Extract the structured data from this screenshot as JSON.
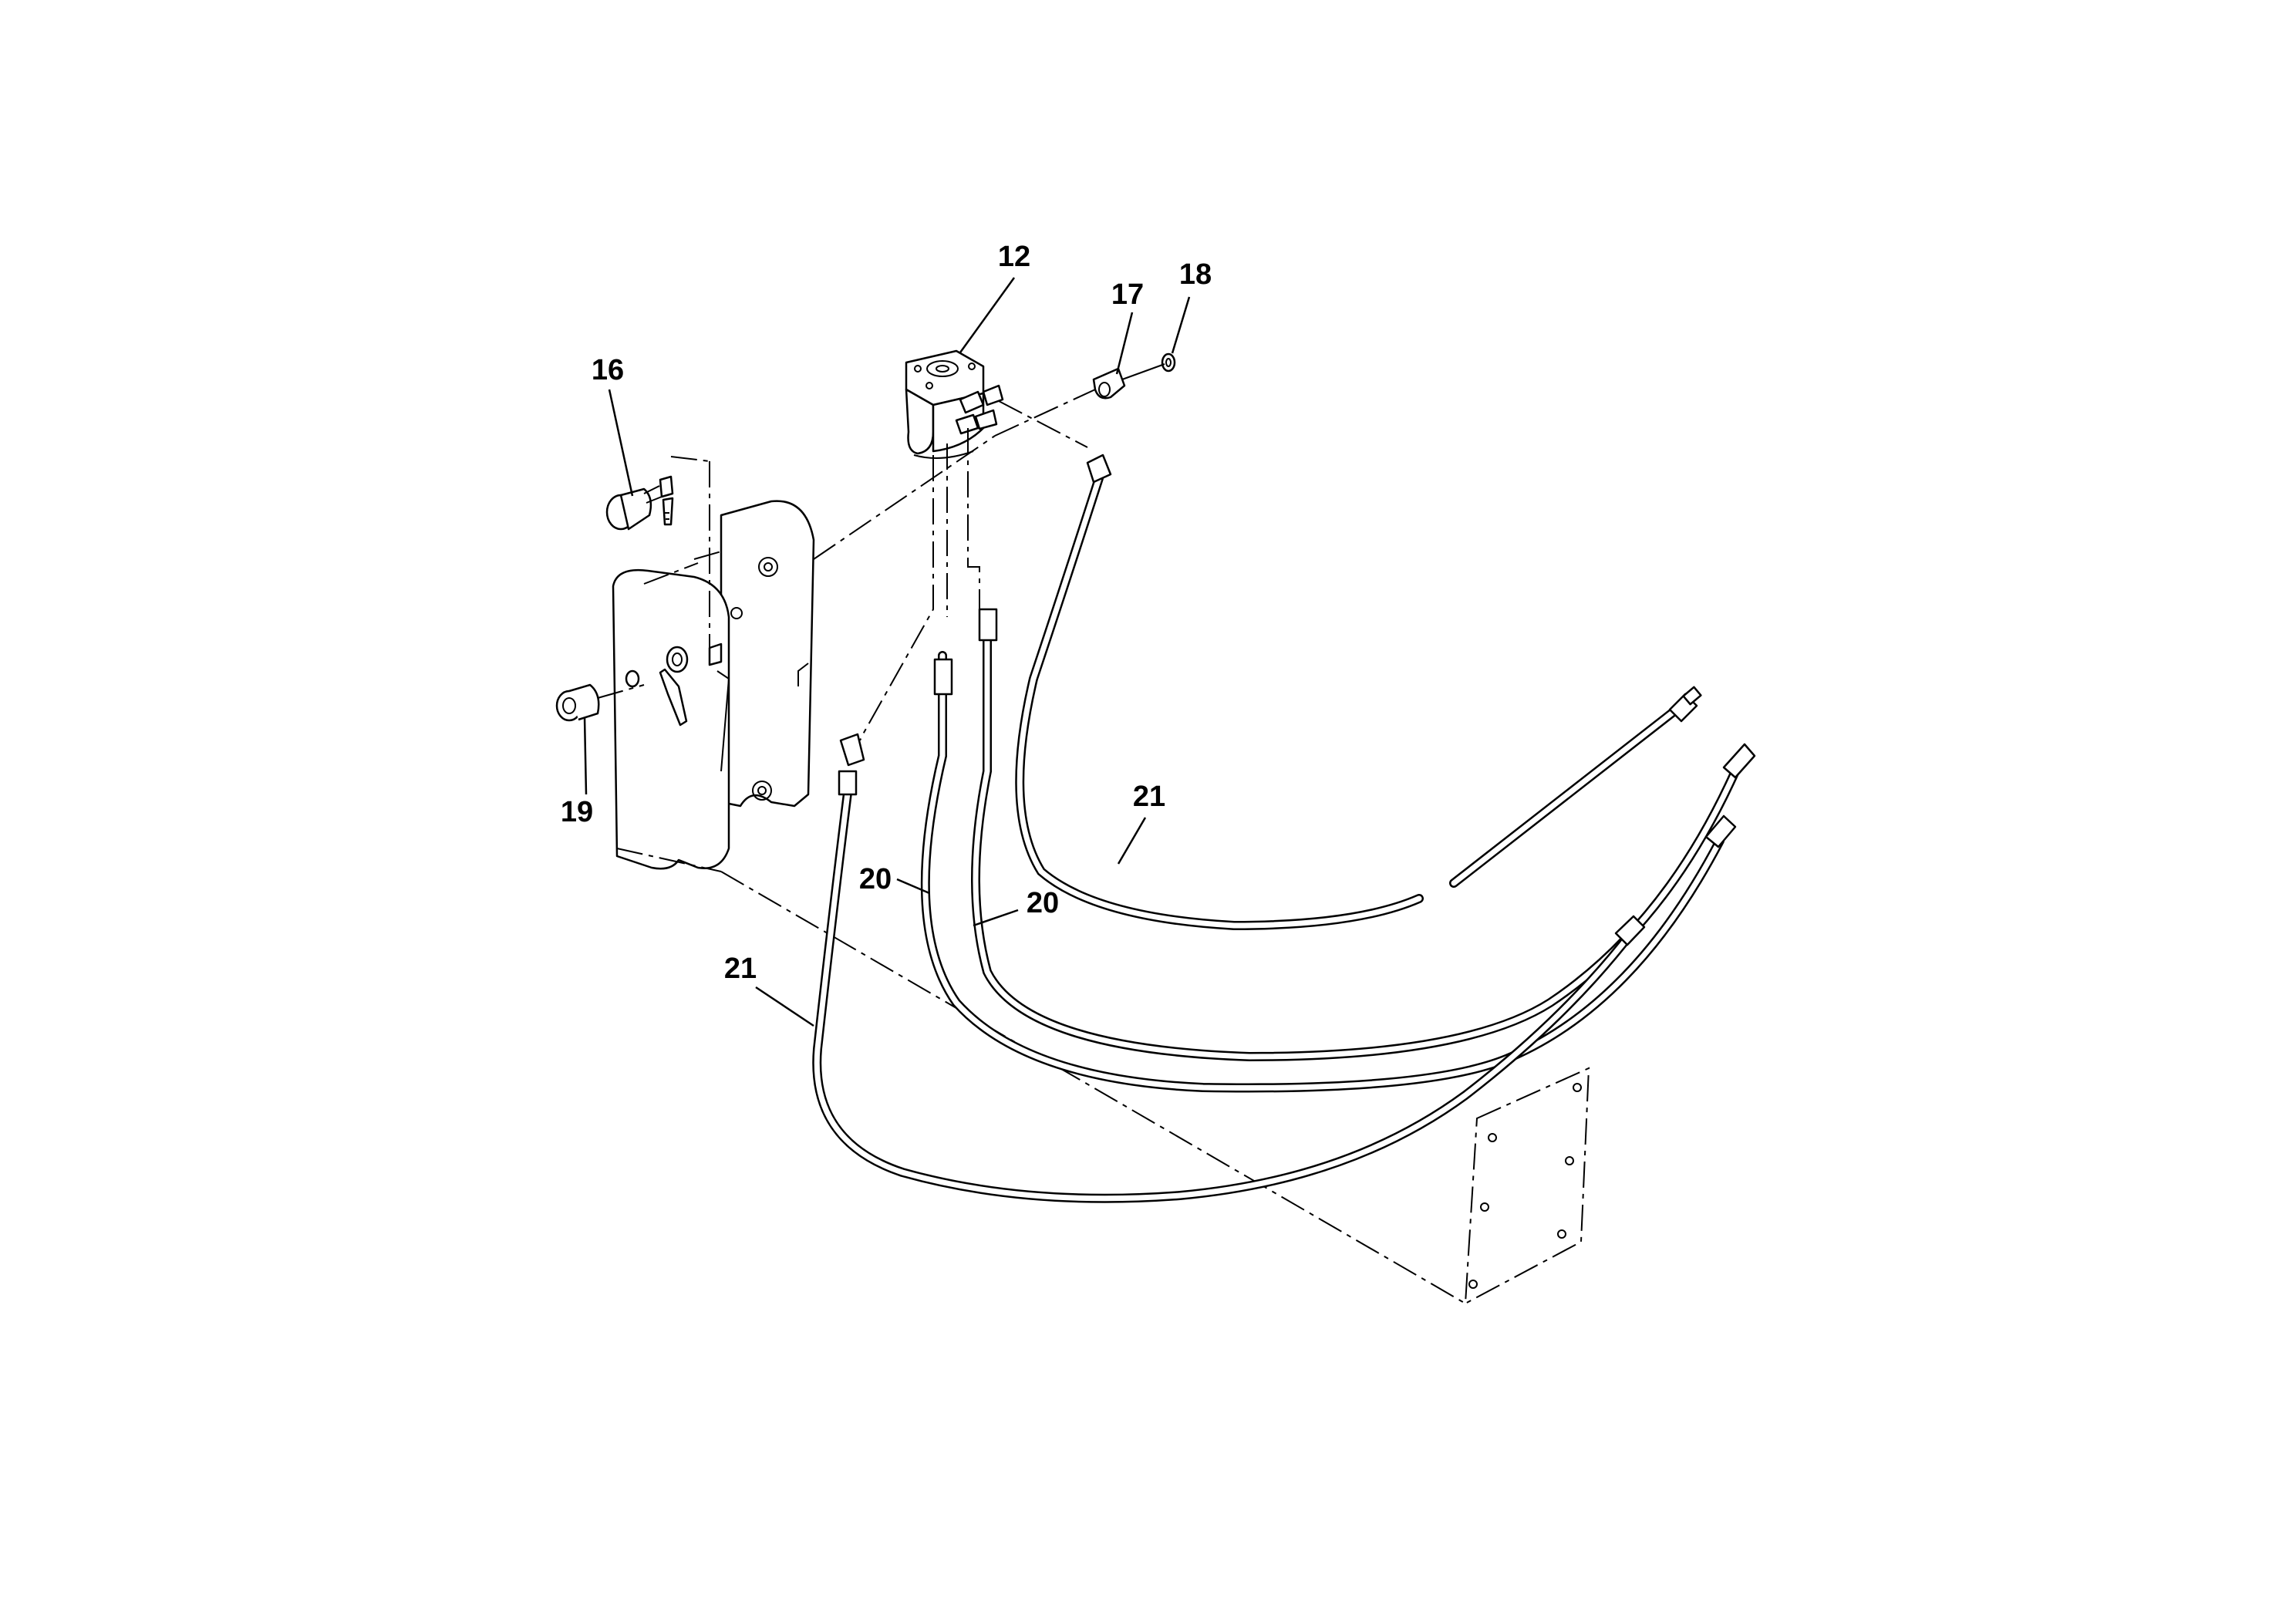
{
  "callouts": {
    "c12": "12",
    "c16": "16",
    "c17": "17",
    "c18": "18",
    "c19": "19",
    "c20a": "20",
    "c20b": "20",
    "c21a": "21",
    "c21b": "21"
  },
  "colors": {
    "line": "#000000",
    "background": "#ffffff"
  }
}
